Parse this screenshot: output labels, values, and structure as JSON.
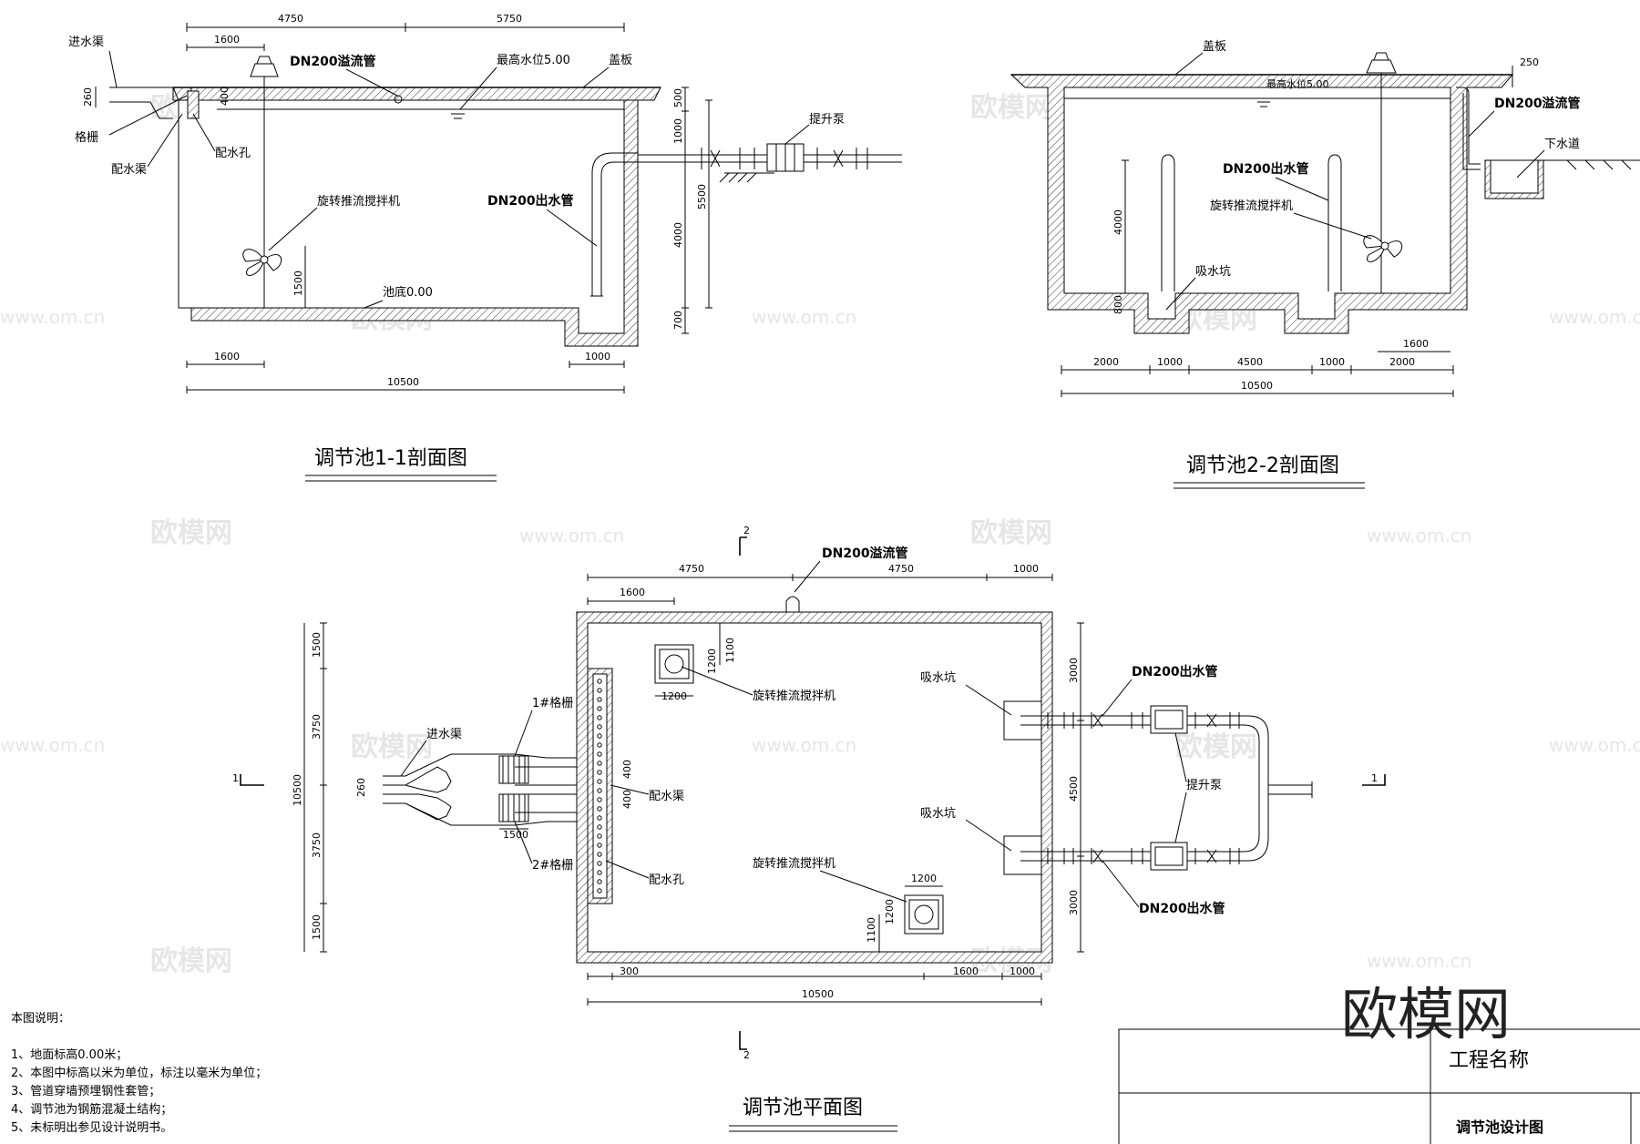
{
  "labels": {
    "inlet_channel": "进水渠",
    "grating": "格栅",
    "distribution_channel": "配水渠",
    "distribution_hole": "配水孔",
    "overflow_pipe": "DN200溢流管",
    "max_water_level": "最高水位5.00",
    "max_water_level_small": "最高水位5.00",
    "cover_plate": "盖板",
    "lift_pump": "提升泵",
    "mixer": "旋转推流搅拌机",
    "outlet_pipe": "DN200出水管",
    "pool_bottom": "池底0.00",
    "suction_pit": "吸水坑",
    "sewer": "下水道",
    "grating_1": "1#格栅",
    "grating_2": "2#格栅",
    "section_mark_1": "1",
    "section_mark_2": "2"
  },
  "titles": {
    "section_1_1": "调节池1-1剖面图",
    "section_2_2": "调节池2-2剖面图",
    "plan": "调节池平面图"
  },
  "dims_s1": {
    "top_a": "4750",
    "top_b": "5750",
    "top_c": "1600",
    "left_260": "260",
    "w_400": "400",
    "r_500": "500",
    "r_1000": "1000",
    "r_5500": "5500",
    "r_4000": "4000",
    "r_700": "700",
    "mix_1500": "1500",
    "bot_1600": "1600",
    "bot_1000": "1000",
    "bot_total": "10500"
  },
  "dims_s2": {
    "r_250": "250",
    "l_4000": "4000",
    "l_800": "800",
    "r_1600": "1600",
    "b_2000a": "2000",
    "b_1000a": "1000",
    "b_4500": "4500",
    "b_1000b": "1000",
    "b_2000b": "2000",
    "b_total": "10500"
  },
  "dims_plan": {
    "top_a": "4750",
    "top_b": "4750",
    "top_c": "1000",
    "top_1600": "1600",
    "mix_1100a": "1100",
    "mix_1200a": "1200",
    "mix_1200b": "1200",
    "l_1500a": "1500",
    "l_3750a": "3750",
    "l_10500": "10500",
    "l_3750b": "3750",
    "l_1500b": "1500",
    "ch_260": "260",
    "gr_1500": "1500",
    "ch_400a": "400",
    "ch_400b": "400",
    "r_3000a": "3000",
    "r_4500": "4500",
    "r_3000b": "3000",
    "mix_1200c": "1200",
    "mix_1200d": "1200",
    "mix_1100b": "1100",
    "b_300": "300",
    "b_1600": "1600",
    "b_1000": "1000",
    "b_total": "10500"
  },
  "notes": {
    "heading": "本图说明：",
    "items": [
      "1、地面标高0.00米；",
      "2、本图中标高以米为单位，标注以毫米为单位；",
      "3、管道穿墙预埋钢性套管；",
      "4、调节池为钢筋混凝土结构；",
      "5、未标明出参见设计说明书。"
    ]
  },
  "title_block": {
    "project_name": "工程名称",
    "drawing_name": "调节池设计图"
  },
  "watermark": {
    "brand": "欧模网",
    "url": "www.om.cn"
  }
}
